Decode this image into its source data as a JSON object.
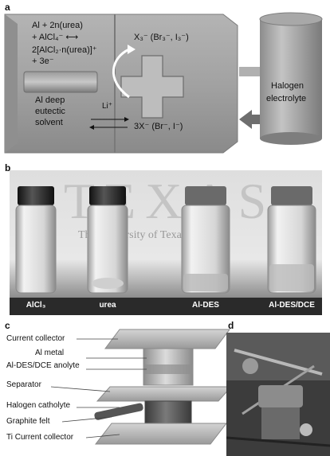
{
  "panel_a": {
    "label": "a",
    "reaction_line1": "Al + 2n(urea)",
    "reaction_line2": "+ AlCl₄⁻ ⟷",
    "reaction_line3": "2[AlCl₂·n(urea)]⁺",
    "reaction_line4": "+ 3e⁻",
    "anode_line1": "Al deep",
    "anode_line2": "eutectic",
    "anode_line3": "solvent",
    "ion": "Li⁺",
    "cathode_top": "X₃⁻ (Br₃⁻, I₃⁻)",
    "cathode_bottom": "3X⁻ (Br⁻, I⁻)",
    "tank_line1": "Halogen",
    "tank_line2": "electrolyte"
  },
  "panel_b": {
    "label": "b",
    "background_text_big": "TEXAS",
    "background_text_small": "The University of Texas at Austin",
    "vials": [
      {
        "label": "AlCl₃"
      },
      {
        "label": "urea"
      },
      {
        "label": "Al-DES"
      },
      {
        "label": "Al-DES/DCE"
      }
    ]
  },
  "panel_c": {
    "label": "c",
    "components": [
      "Current collector",
      "Al metal",
      "Al-DES/DCE anolyte",
      "Separator",
      "Halogen catholyte",
      "Graphite felt",
      "Ti Current collector"
    ]
  },
  "panel_d": {
    "label": "d"
  }
}
